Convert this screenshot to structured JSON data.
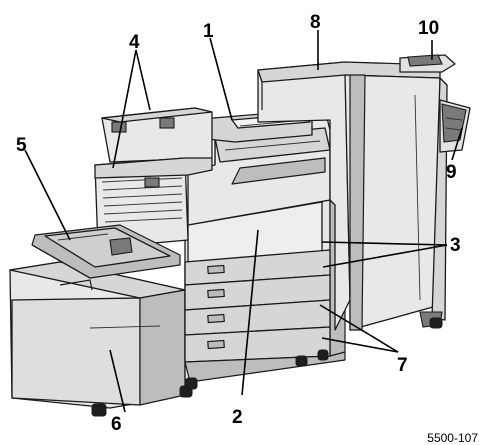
{
  "callouts": {
    "c1": "1",
    "c2": "2",
    "c3": "3",
    "c4": "4",
    "c5": "5",
    "c6": "6",
    "c7": "7",
    "c8": "8",
    "c9": "9",
    "c10": "10"
  },
  "figure_id": "5500-107"
}
